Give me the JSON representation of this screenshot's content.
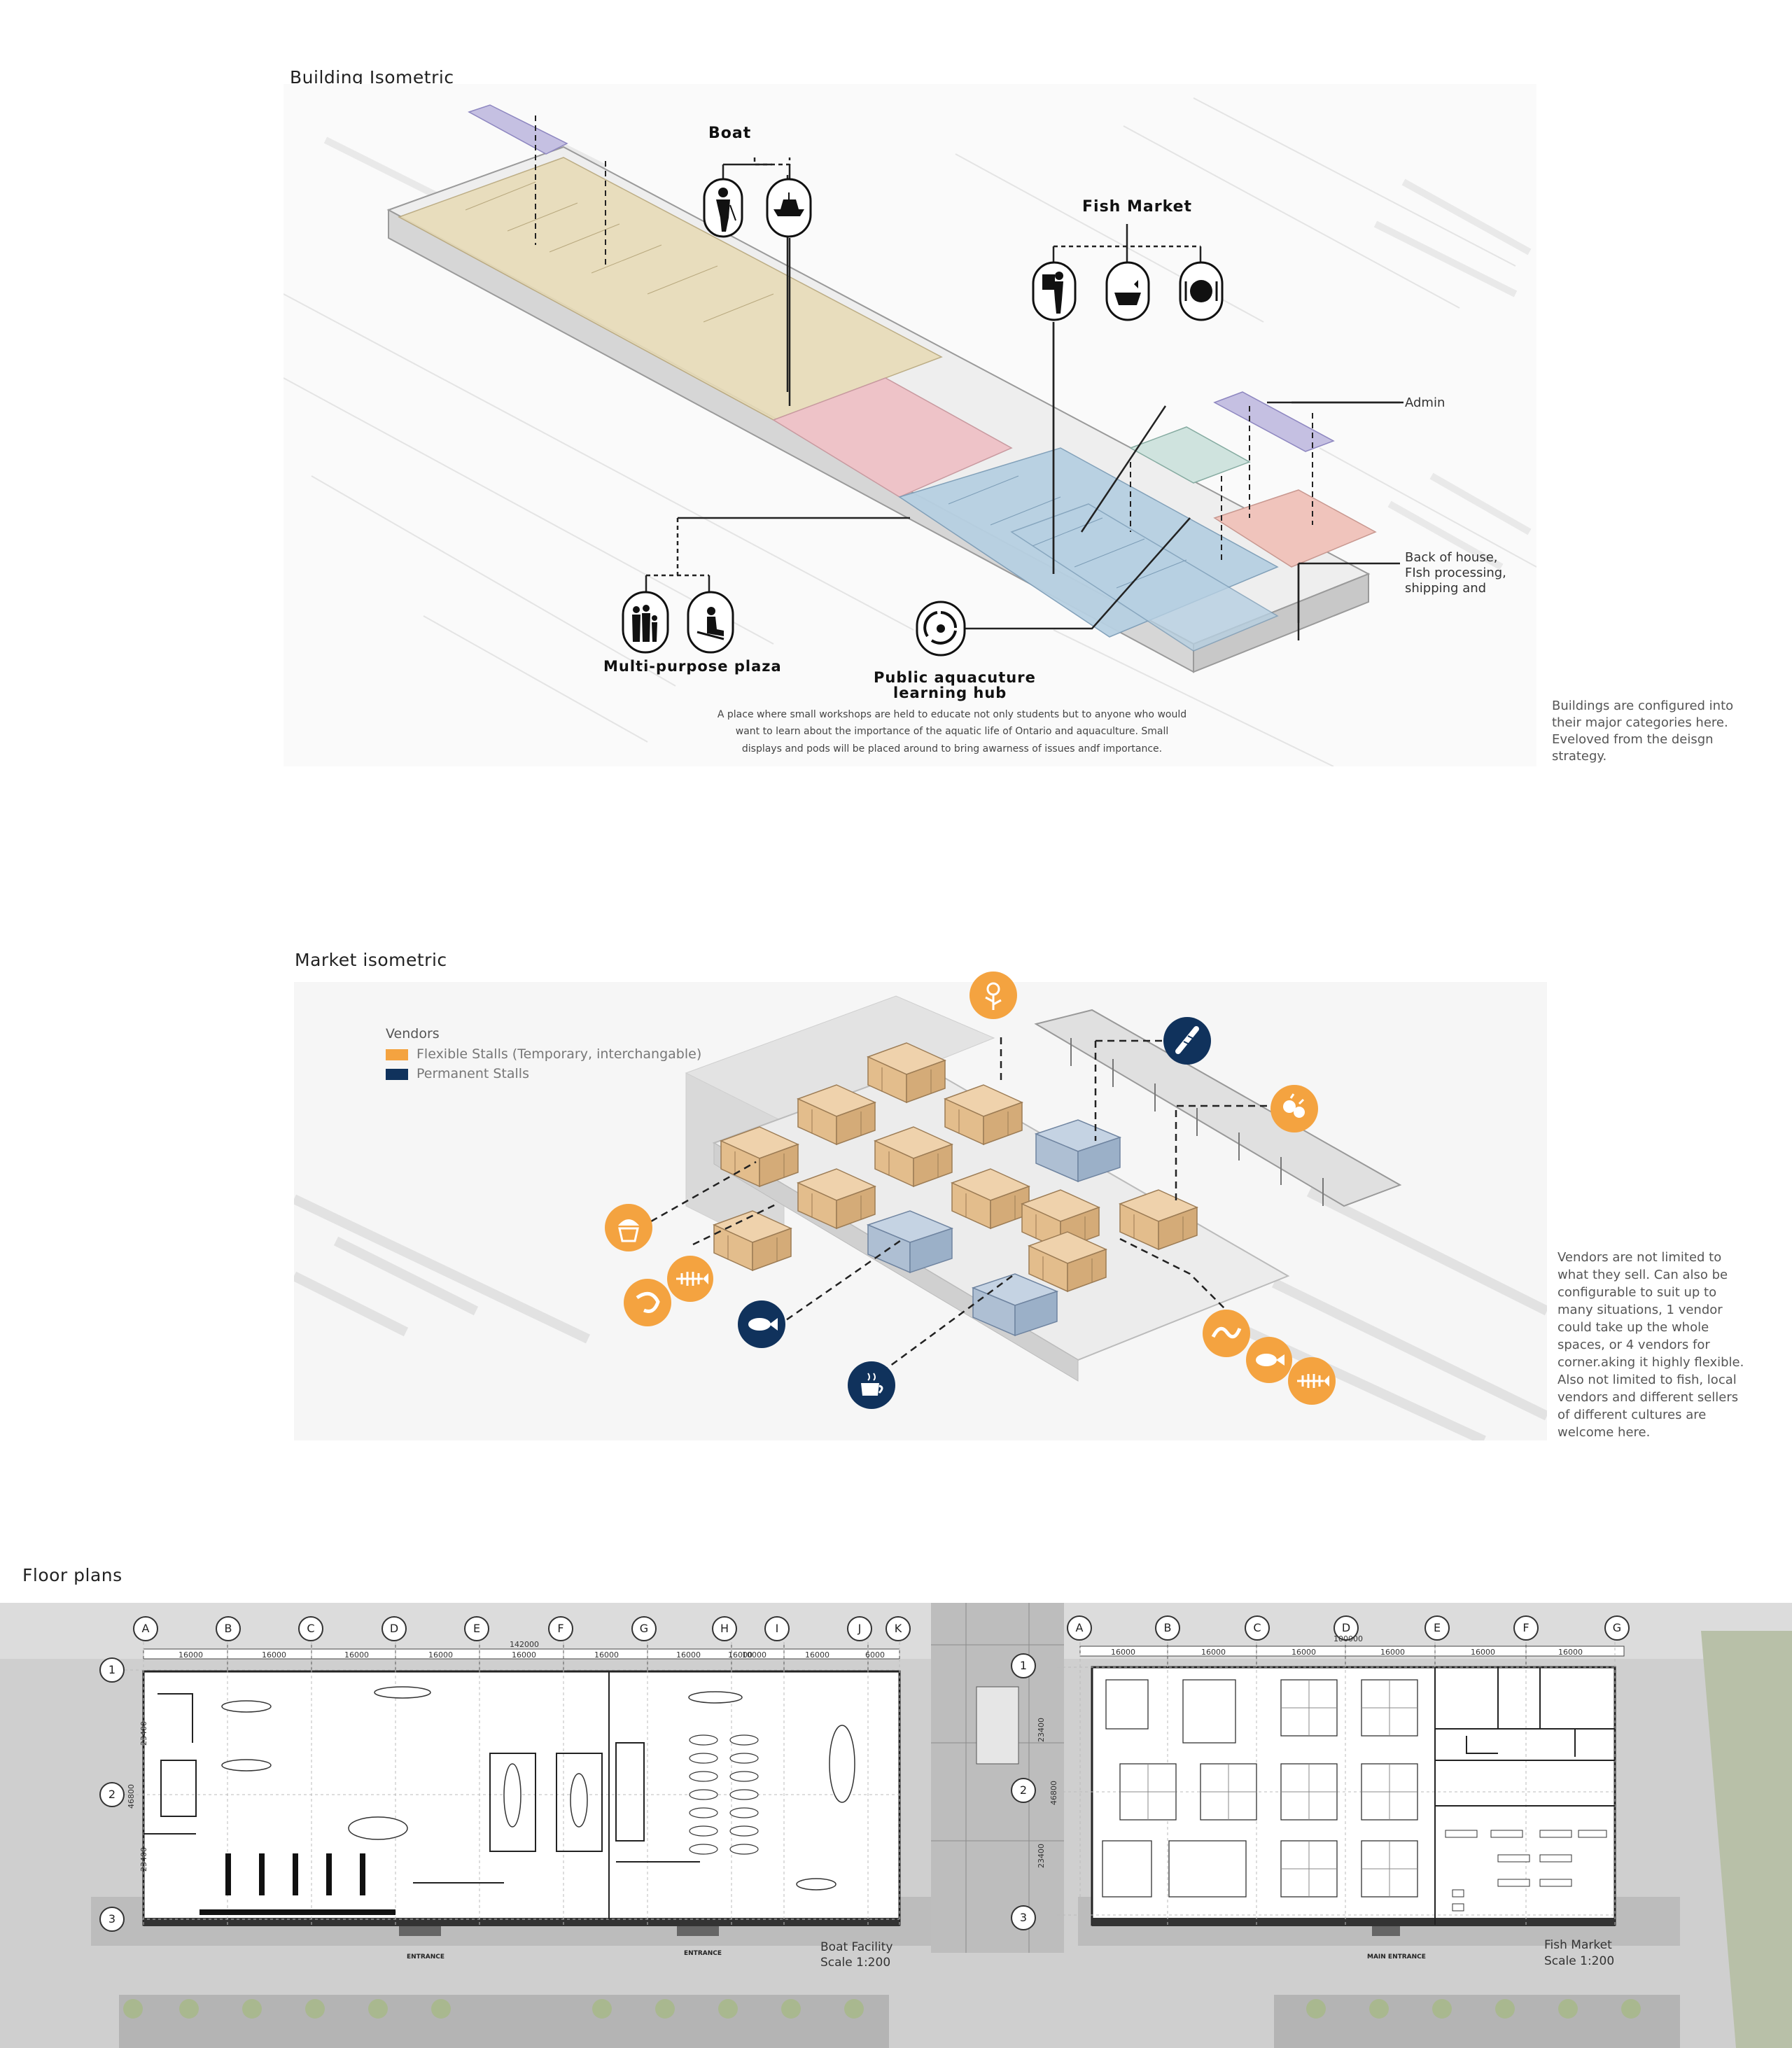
{
  "sections": {
    "building_isometric_title": "Building Isometric",
    "market_isometric_title": "Market isometric",
    "floor_plans_title": "Floor plans"
  },
  "building": {
    "labels": {
      "boat": "Boat",
      "fish_market": "Fish Market",
      "admin": "Admin",
      "back_of_house": [
        "Back of house,",
        "FIsh processing,",
        "shipping and"
      ],
      "plaza": "Multi-purpose plaza",
      "hub": [
        "Public aquacuture",
        "learning hub"
      ]
    },
    "hub_description": [
      "A place where small workshops are held to educate not only students but to anyone who would",
      "want to learn about the importance of the aquatic life of Ontario and aquaculture. Small",
      "displays and pods will be placed around to bring awarness of issues andf importance."
    ],
    "side_note": [
      "Buildings are configured into",
      "their major categories here.",
      "Eveloved from the deisgn",
      "strategy."
    ],
    "colors": {
      "boat_zone": "#e8dcb8",
      "plaza_zone": "#eec3c8",
      "market_zone": "#b7d0e2",
      "admin_zone": "#c5c0e2",
      "hub_zone": "#cfe3de",
      "boh_zone": "#f0c4bc"
    }
  },
  "market": {
    "legend": {
      "title": "Vendors",
      "flexible": "Flexible Stalls (Temporary, interchangable)",
      "permanent": "Permanent Stalls",
      "flexible_color": "#f4a340",
      "permanent_color": "#10325c"
    },
    "side_note": [
      "Vendors are not limited to",
      "what they sell. Can also be",
      "configurable to suit up to",
      "many situations, 1 vendor",
      "could take up the whole",
      "spaces, or 4 vendors for",
      "corner.aking it highly flexible.",
      "Also not limited to fish, local",
      "vendors and different sellers",
      "of different cultures are",
      "welcome here."
    ],
    "icons": [
      "flower-icon",
      "baguette-icon",
      "vegetables-icon",
      "cupcake-icon",
      "fish-skeleton-icon",
      "shrimp-icon",
      "fish-icon",
      "coffee-icon",
      "dragon-icon",
      "fish-icon",
      "fish-skeleton-icon"
    ]
  },
  "plans": {
    "boat": {
      "grid_cols": [
        "A",
        "B",
        "C",
        "D",
        "E",
        "F",
        "G",
        "H",
        "I",
        "J",
        "K"
      ],
      "grid_rows": [
        "1",
        "2",
        "3"
      ],
      "overall_dim": "142000",
      "bay_dims": [
        "16000",
        "16000",
        "16000",
        "16000",
        "16000",
        "16000",
        "16000",
        "16000",
        "10000",
        "16000",
        "6000"
      ],
      "row_dims": [
        "23400",
        "46800",
        "23400"
      ],
      "label": [
        "Boat Facility",
        "Scale 1:200"
      ],
      "entrances": [
        "ENTRANCE",
        "ENTRANCE"
      ]
    },
    "fish": {
      "grid_cols": [
        "A",
        "B",
        "C",
        "D",
        "E",
        "F",
        "G"
      ],
      "grid_rows": [
        "1",
        "2",
        "3"
      ],
      "overall_dim": "100000",
      "bay_dims": [
        "16000",
        "16000",
        "16000",
        "16000",
        "16000",
        "16000"
      ],
      "row_dims": [
        "23400",
        "46800",
        "23400"
      ],
      "label": [
        "Fish Market",
        "Scale 1:200"
      ],
      "entrance": "MAIN ENTRANCE"
    }
  }
}
